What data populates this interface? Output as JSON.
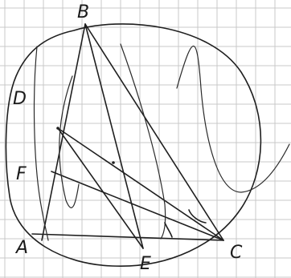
{
  "diagram": {
    "type": "handwritten-geometry-sketch",
    "background": "graph-paper",
    "ink_color": "#1f1f1f",
    "grid_color": "#c9c9c9",
    "points": {
      "B": "B",
      "D": "D",
      "F": "F",
      "A": "A",
      "E": "E",
      "C": "C"
    }
  }
}
